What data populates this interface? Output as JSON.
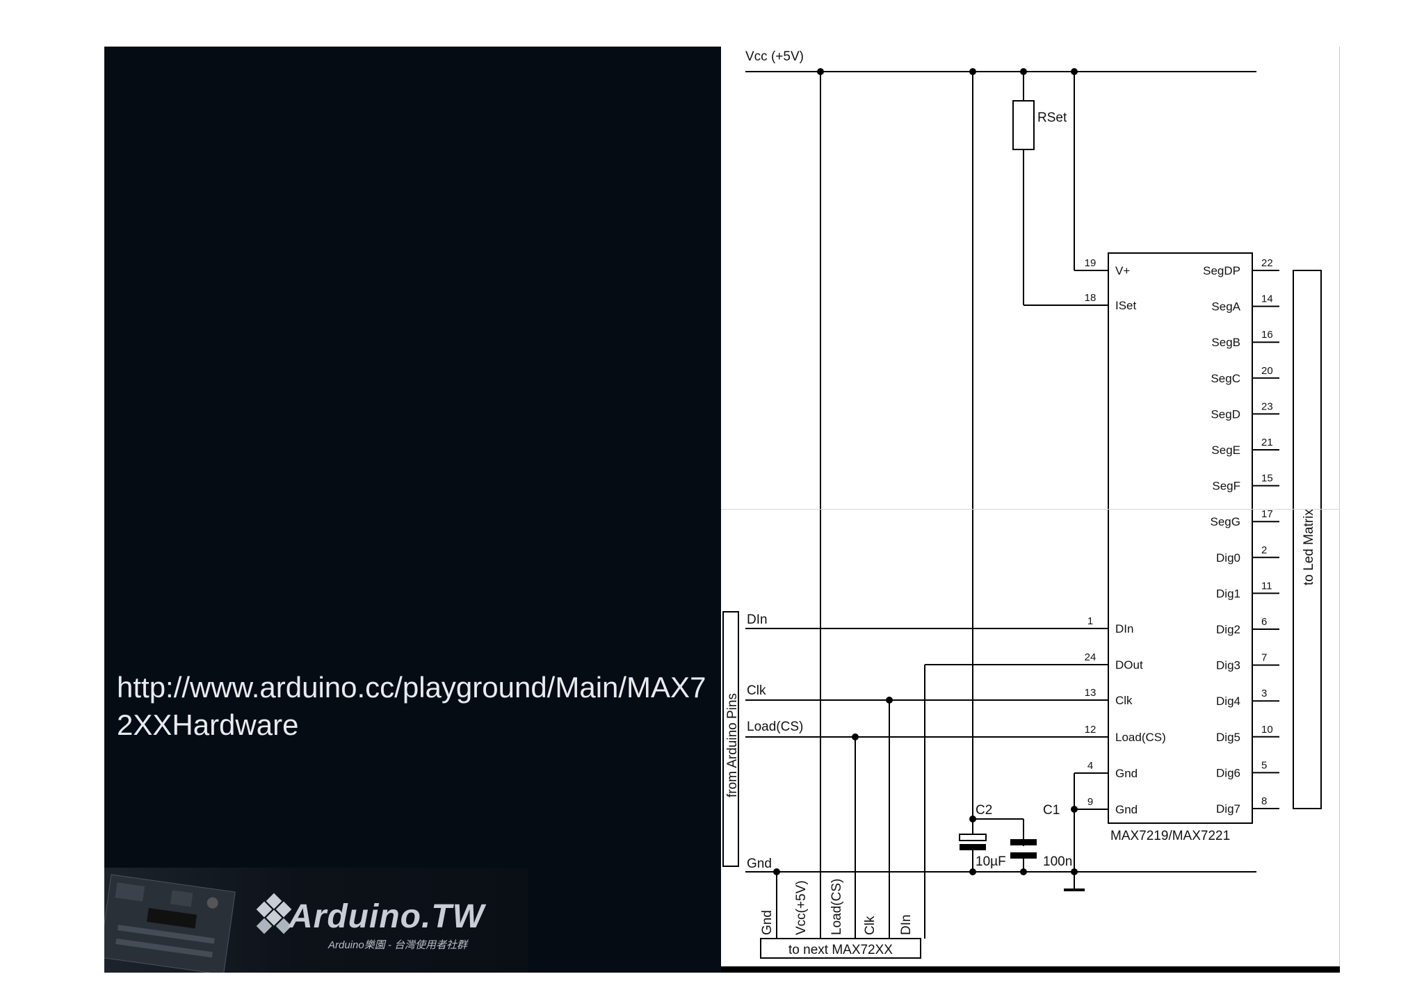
{
  "url_text": "http://www.arduino.cc/playground/Main/MAX72XXHardware",
  "logo": {
    "name": "Arduino.TW",
    "subtitle": "Arduino樂園 - 台灣使用者社群"
  },
  "schematic": {
    "supply": "Vcc (+5V)",
    "resistor": "RSet",
    "chip_name": "MAX7219/MAX7221",
    "left_pins": [
      {
        "num": "19",
        "name": "V+"
      },
      {
        "num": "18",
        "name": "ISet"
      },
      {
        "num": "1",
        "name": "DIn"
      },
      {
        "num": "24",
        "name": "DOut"
      },
      {
        "num": "13",
        "name": "Clk"
      },
      {
        "num": "12",
        "name": "Load(CS)"
      },
      {
        "num": "4",
        "name": "Gnd"
      },
      {
        "num": "9",
        "name": "Gnd"
      }
    ],
    "right_pins": [
      {
        "num": "22",
        "name": "SegDP"
      },
      {
        "num": "14",
        "name": "SegA"
      },
      {
        "num": "16",
        "name": "SegB"
      },
      {
        "num": "20",
        "name": "SegC"
      },
      {
        "num": "23",
        "name": "SegD"
      },
      {
        "num": "21",
        "name": "SegE"
      },
      {
        "num": "15",
        "name": "SegF"
      },
      {
        "num": "17",
        "name": "SegG"
      },
      {
        "num": "2",
        "name": "Dig0"
      },
      {
        "num": "11",
        "name": "Dig1"
      },
      {
        "num": "6",
        "name": "Dig2"
      },
      {
        "num": "7",
        "name": "Dig3"
      },
      {
        "num": "3",
        "name": "Dig4"
      },
      {
        "num": "10",
        "name": "Dig5"
      },
      {
        "num": "5",
        "name": "Dig6"
      },
      {
        "num": "8",
        "name": "Dig7"
      }
    ],
    "signals": {
      "din": "DIn",
      "clk": "Clk",
      "load": "Load(CS)",
      "gnd": "Gnd"
    },
    "arduino_box": "from Arduino Pins",
    "led_box": "to Led Matrix",
    "capacitors": [
      {
        "name": "C2",
        "value": "10µF"
      },
      {
        "name": "C1",
        "value": "100n"
      }
    ],
    "bottom_labels": [
      "Gnd",
      "Vcc(+5V)",
      "Load(CS)",
      "Clk",
      "DIn"
    ],
    "next_box": "to next MAX72XX"
  }
}
